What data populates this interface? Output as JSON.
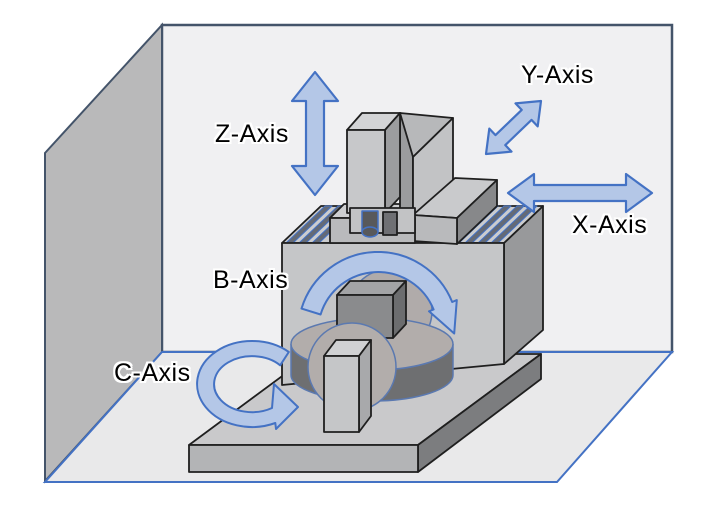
{
  "diagram": {
    "subject": "5-axis CNC machining center motion axes",
    "labels": {
      "z_axis": "Z-Axis",
      "y_axis": "Y-Axis",
      "x_axis": "X-Axis",
      "b_axis": "B-Axis",
      "c_axis": "C-Axis"
    },
    "colors": {
      "arrow_fill": "#b4c7e7",
      "arrow_stroke": "#4472c4",
      "wall_fill": "#f0f0f2",
      "side_wall_fill": "#b9b9ba",
      "floor_fill": "#e9e9ea",
      "wall_stroke": "#44546a",
      "floor_stroke": "#4472c4",
      "machine_outline": "#1f1f1f"
    }
  }
}
